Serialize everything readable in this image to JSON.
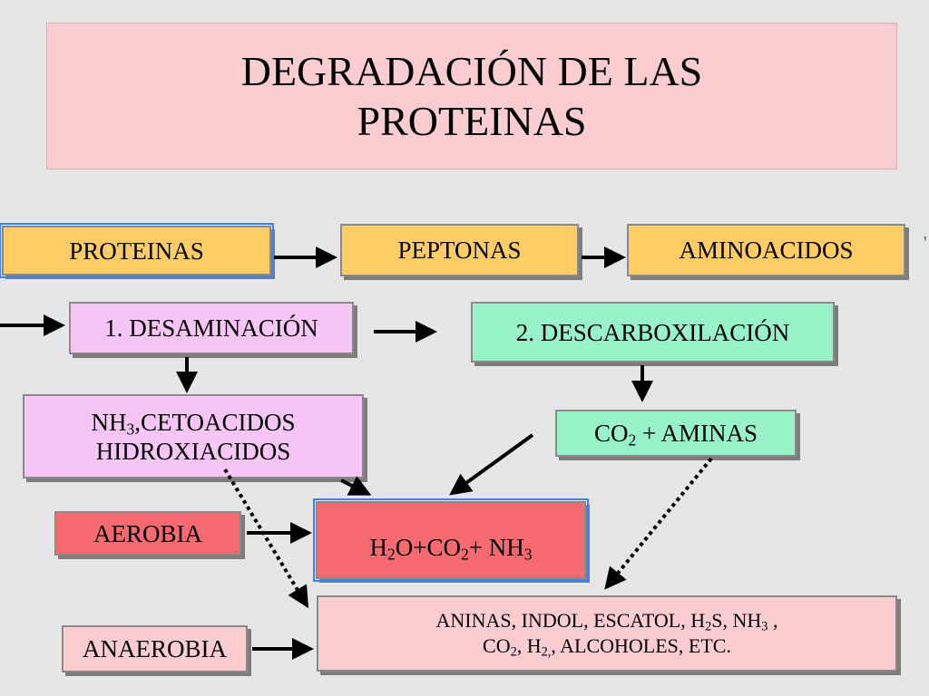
{
  "title": {
    "line1": "DEGRADACIÓN DE LAS",
    "line2": "PROTEINAS"
  },
  "boxes": {
    "proteinas": "PROTEINAS",
    "peptonas": "PEPTONAS",
    "aminoacidos": "AMINOACIDOS",
    "desaminacion": "1. DESAMINACIÓN",
    "descarboxilacion": "2. DESCARBOXILACIÓN",
    "cetoacidos": {
      "nh": "NH",
      "sub3": "3",
      "rest": ",CETOACIDOS",
      "line2": "HIDROXIACIDOS"
    },
    "aminas": {
      "co": "CO",
      "sub2": "2",
      "rest": " + AMINAS"
    },
    "aerobia": "AEROBIA",
    "anaerobia": "ANAEROBIA",
    "productos_aerobios": {
      "h": "H",
      "sub2a": "2",
      "o_co": "O+CO",
      "sub2b": "2",
      "plus_nh": "+ NH",
      "sub3": "3"
    },
    "productos_anaerobios": {
      "l1a": "ANINAS, INDOL, ESCATOL, H",
      "l1sub": "2",
      "l1b": "S, NH",
      "l1sub3": "3",
      "l1c": " ,",
      "l2a": "CO",
      "l2sub": "2",
      "l2b": ", H",
      "l2sub2": "2,",
      "l2c": ", ALCOHOLES, ETC."
    }
  },
  "colors": {
    "title_bg": "#fccdd0",
    "yellow": "#ffcc66",
    "violet": "#f7c6f7",
    "green": "#99f3c8",
    "red": "#f76a6f",
    "pink": "#fccdd0",
    "background": "#e6e6e6"
  }
}
